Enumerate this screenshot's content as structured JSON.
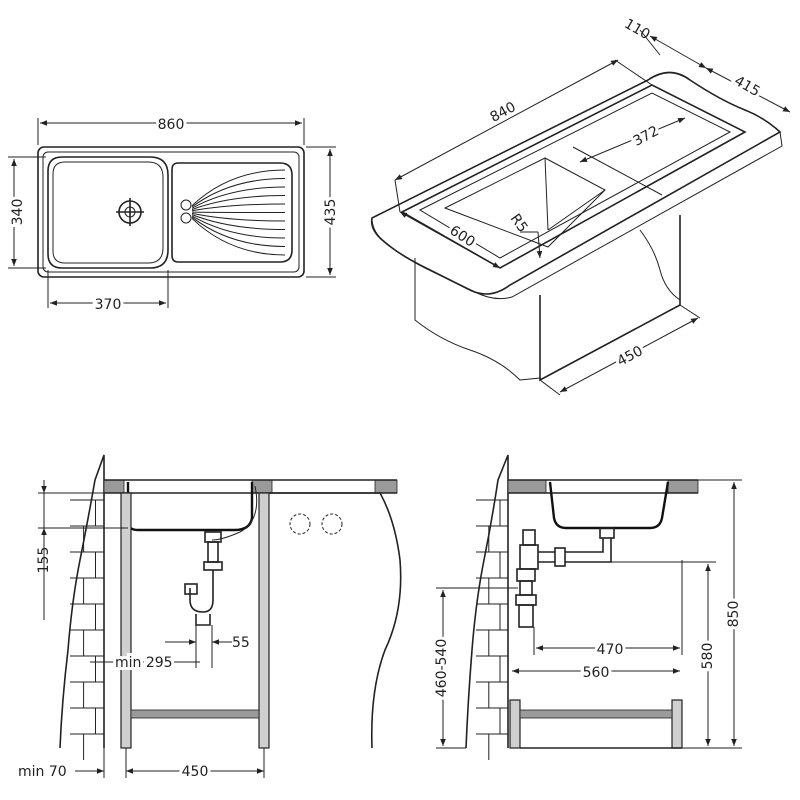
{
  "top_view": {
    "width_label": "860",
    "depth_label": "435",
    "bowl_depth_label": "340",
    "bowl_width_label": "370"
  },
  "iso_view": {
    "length_label": "840",
    "bowl_length_label": "372",
    "corner_radius_label": "R5",
    "depth_label": "600",
    "edge_label": "110",
    "width_label": "415",
    "cabinet_label": "450"
  },
  "front_section": {
    "depth_label": "155",
    "offset_55_label": "55",
    "min_295_label": "min 295",
    "min_70_label": "min 70",
    "cabinet_450_label": "450"
  },
  "side_section": {
    "pipe_470_label": "470",
    "pipe_560_label": "560",
    "height_range_label": "460-540",
    "height_580_label": "580",
    "height_850_label": "850"
  }
}
